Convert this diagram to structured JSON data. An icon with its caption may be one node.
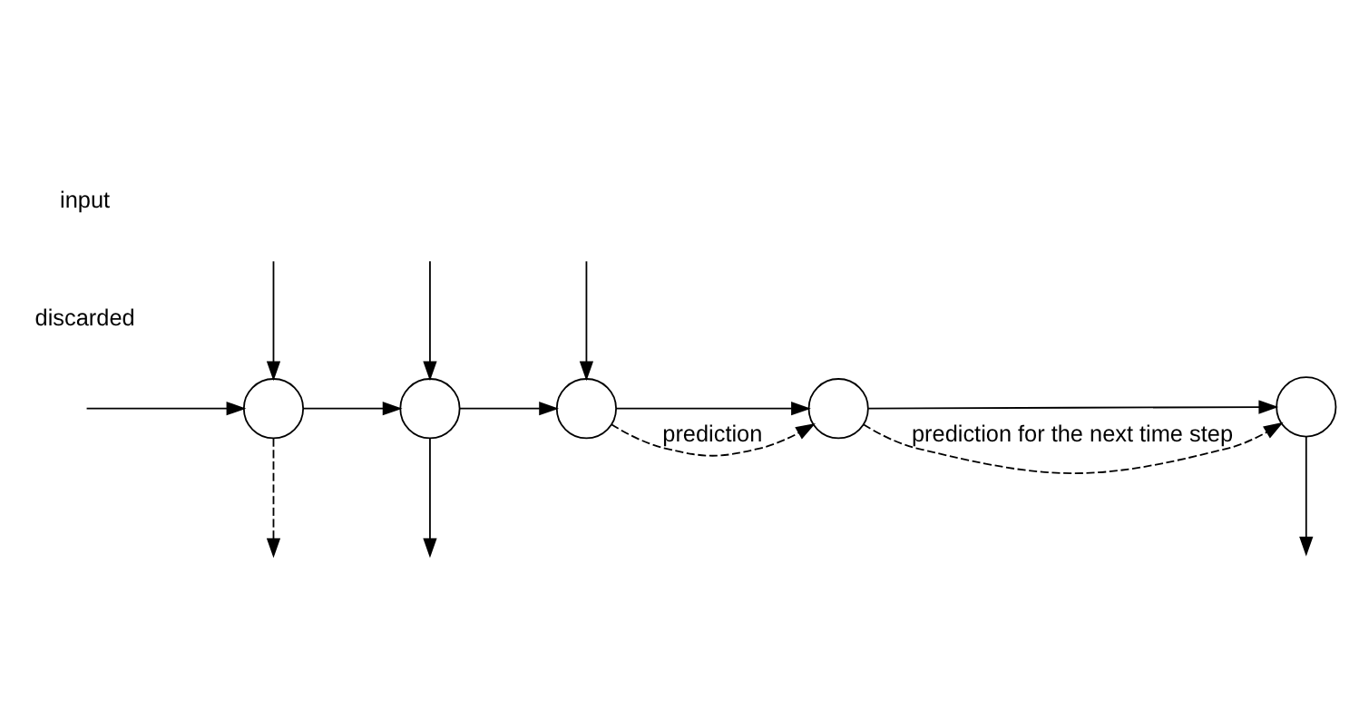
{
  "diagram": {
    "nodes": [
      {
        "text": [],
        "shape": "circle"
      },
      {
        "text": [],
        "shape": "circle"
      },
      {
        "text": [],
        "shape": "circle"
      },
      {
        "text": [],
        "shape": "circle"
      },
      {
        "text": [],
        "shape": "circle"
      }
    ],
    "edges": [
      {
        "from": null,
        "to": 0,
        "arrow": "to"
      },
      {
        "from": 0,
        "to": 1,
        "arrow": "to"
      },
      {
        "from": 1,
        "to": 2,
        "arrow": "to"
      },
      {
        "from": 2,
        "to": 3,
        "arrow": "to"
      },
      {
        "from": 3,
        "to": 4,
        "arrow": "to"
      },
      {
        "from": 0,
        "to": null,
        "arrow": "to",
        "style": "dashed"
      },
      {
        "from": 1,
        "to": null,
        "arrow": "to"
      },
      {
        "from": 2,
        "to": 3,
        "arrow": "to",
        "style": "dashed",
        "label": "prediction"
      },
      {
        "from": 3,
        "to": 4,
        "arrow": "to",
        "style": "dashed",
        "label": "prediction for the next time step"
      },
      {
        "from": 4,
        "to": null,
        "arrow": "to"
      },
      {
        "from": null,
        "to": 0,
        "arrow": "to"
      },
      {
        "from": null,
        "to": 1,
        "arrow": "to"
      },
      {
        "from": null,
        "to": 2,
        "arrow": "to"
      }
    ],
    "labels": [
      "discarded",
      "input"
    ]
  }
}
